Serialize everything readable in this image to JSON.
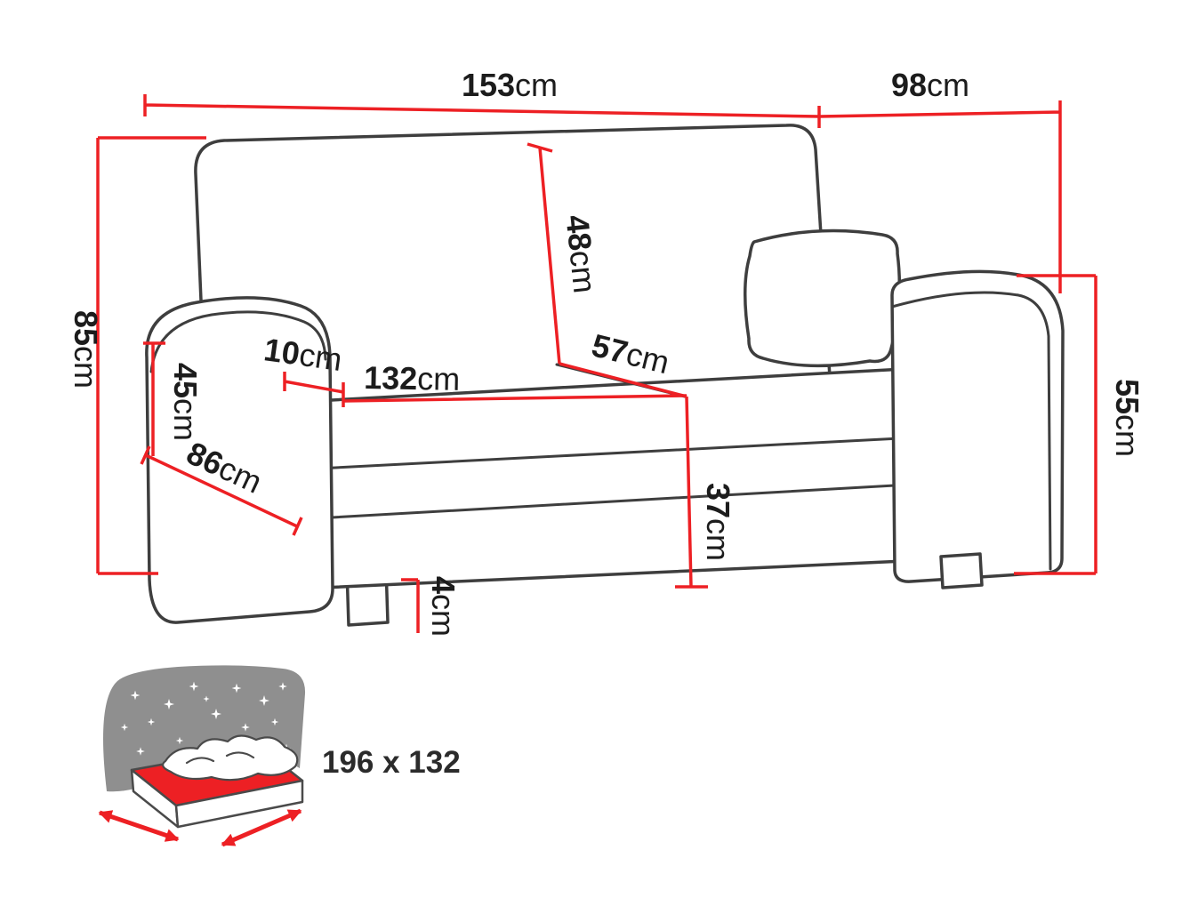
{
  "diagram": {
    "title": "sofa-dimensions-diagram",
    "dimensions": {
      "total_width": {
        "value": "153",
        "unit": "cm"
      },
      "total_depth": {
        "value": "98",
        "unit": "cm"
      },
      "total_height": {
        "value": "85",
        "unit": "cm"
      },
      "backrest_height": {
        "value": "48",
        "unit": "cm"
      },
      "armrest_width": {
        "value": "10",
        "unit": "cm"
      },
      "seat_width": {
        "value": "132",
        "unit": "cm"
      },
      "seat_depth": {
        "value": "57",
        "unit": "cm"
      },
      "armrest_inner_height": {
        "value": "45",
        "unit": "cm"
      },
      "base_depth": {
        "value": "86",
        "unit": "cm"
      },
      "seat_height": {
        "value": "37",
        "unit": "cm"
      },
      "leg_height": {
        "value": "4",
        "unit": "cm"
      },
      "armrest_height": {
        "value": "55",
        "unit": "cm"
      }
    },
    "sleeping_area": {
      "size_label": "196 x 132"
    },
    "colors": {
      "dimension_red": "#ed2024",
      "outline_gray": "#3e3e3e",
      "icon_gray": "#8f8f8f"
    }
  }
}
